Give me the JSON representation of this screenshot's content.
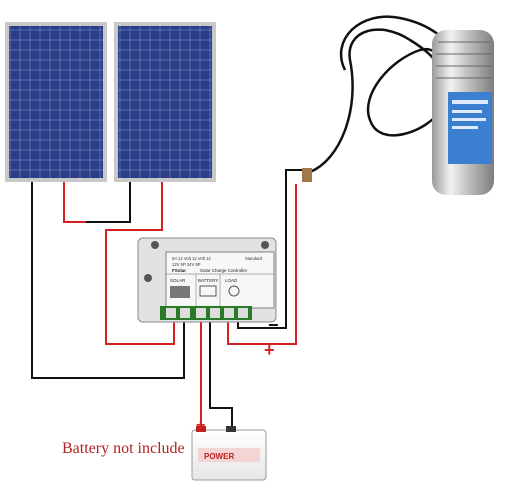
{
  "caption": "Battery not include",
  "controller": {
    "spec_lines": [
      "5A 12 Volt 12 Volt 12",
      "12V 5P 24V 5P"
    ],
    "standard": "Standard",
    "brand": "FSolar",
    "title": "Solar Charge Controller",
    "port_solar": "SOLAR",
    "port_battery": "BATTERY",
    "port_load": "LOAD"
  },
  "battery": {
    "brand": "POWER"
  },
  "signs": {
    "minus": "−",
    "plus": "+"
  },
  "colors": {
    "wire_red": "#d42020",
    "wire_black": "#111111",
    "panel_blue": "#2a3d8a",
    "caption_red": "#b22222"
  }
}
